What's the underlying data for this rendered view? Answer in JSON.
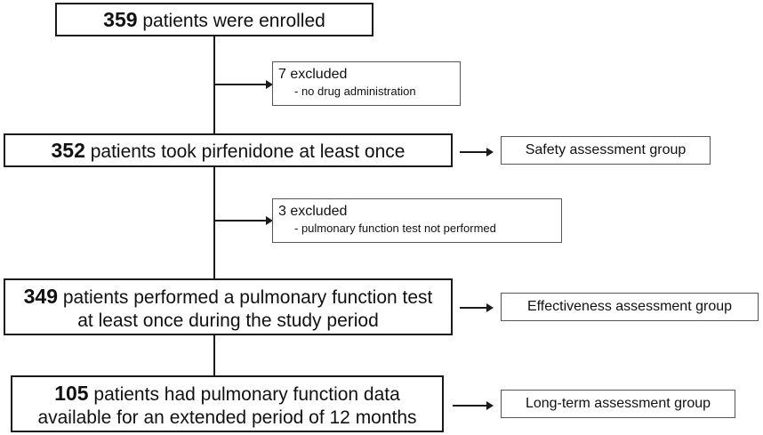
{
  "boxes": {
    "enrolled": {
      "number": "359",
      "text": " patients were enrolled"
    },
    "excluded1": {
      "title": "7 excluded",
      "reason": "- no drug administration"
    },
    "took": {
      "number": "352",
      "text": " patients took pirfenidone at least once"
    },
    "safety": {
      "label": "Safety assessment group"
    },
    "excluded2": {
      "title": "3 excluded",
      "reason": "- pulmonary function test not performed"
    },
    "pft": {
      "number": "349",
      "text_line1": " patients performed a pulmonary function test",
      "text_line2": "at least once during the study period"
    },
    "effectiveness": {
      "label": "Effectiveness assessment group"
    },
    "longterm_data": {
      "number": "105",
      "text_line1": " patients had pulmonary function data",
      "text_line2": "available for an extended period of 12 months"
    },
    "longterm": {
      "label": "Long-term assessment group"
    }
  }
}
